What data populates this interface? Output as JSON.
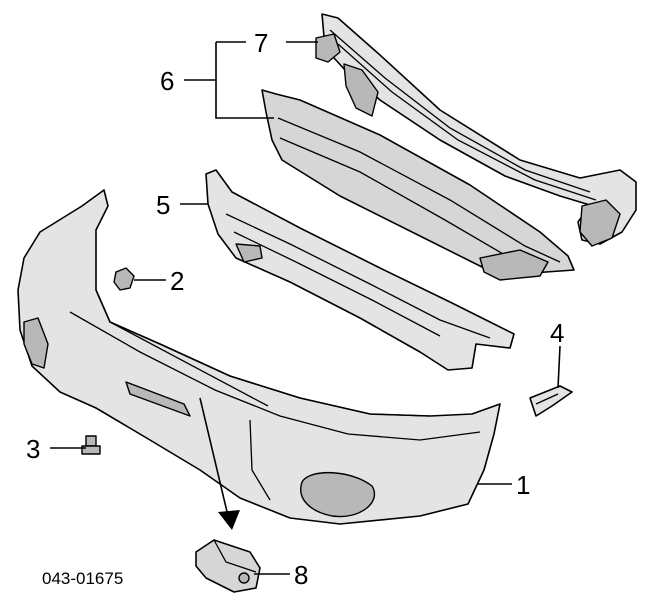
{
  "diagram": {
    "callouts": {
      "c1": "1",
      "c2": "2",
      "c3": "3",
      "c4": "4",
      "c5": "5",
      "c6": "6",
      "c7": "7",
      "c8": "8"
    },
    "part_code": "043-01675"
  }
}
